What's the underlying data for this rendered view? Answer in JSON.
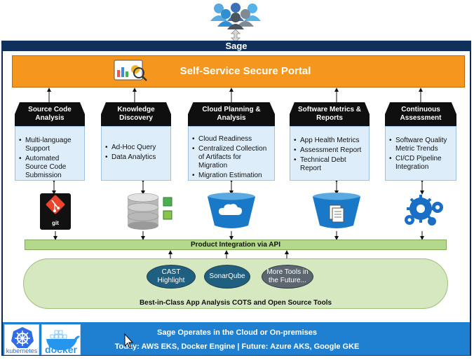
{
  "header": {
    "title": "Sage"
  },
  "portal": {
    "title": "Self-Service Secure Portal"
  },
  "categories": [
    {
      "title": "Source Code Analysis",
      "items": [
        "Multi-language Support",
        "Automated Source Code Submission"
      ],
      "icon": "git-icon"
    },
    {
      "title": "Knowledge Discovery",
      "items": [
        "Ad-Hoc Query",
        "Data Analytics"
      ],
      "icon": "database-icon"
    },
    {
      "title": "Cloud Planning & Analysis",
      "items": [
        "Cloud Readiness",
        "Centralized Collection of Artifacts for Migration",
        "Migration Estimation"
      ],
      "icon": "cloud-bucket-icon"
    },
    {
      "title": "Software Metrics & Reports",
      "items": [
        "App Health Metrics",
        "Assessment Report",
        "Technical Debt Report"
      ],
      "icon": "reports-bucket-icon"
    },
    {
      "title": "Continuous Assessment",
      "items": [
        "Software Quality Metric Trends",
        "CI/CD Pipeline Integration"
      ],
      "icon": "gears-icon"
    }
  ],
  "git_label": "git",
  "integration": {
    "label": "Product Integration via API"
  },
  "tools": {
    "items": [
      {
        "label": "CAST Highlight"
      },
      {
        "label": "SonarQube"
      },
      {
        "label": "More Tools in the Future..."
      }
    ],
    "caption": "Best-in-Class App Analysis COTS and Open Source Tools"
  },
  "footer": {
    "logo_kubernetes": "kubernetes",
    "logo_docker": "docker",
    "line1": "Sage Operates in the Cloud or On-premises",
    "line2": "Today: AWS EKS, Docker Engine | Future: Azure AKS, Google GKE"
  },
  "colors": {
    "navy": "#0f2f5c",
    "portal_orange": "#f5961e",
    "api_green": "#b5d98a",
    "oval_green": "#d6e8bf",
    "tool_teal": "#1f5f80",
    "tool_gray": "#5c6770",
    "footer_blue": "#1f7fd1"
  }
}
